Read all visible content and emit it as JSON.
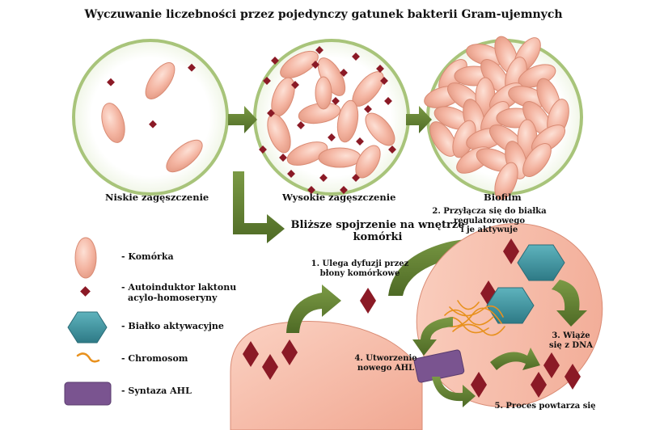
{
  "title": "Wyczuwanie liczebności przez pojedynczy gatunek bakterii Gram-ujemnych",
  "stages": [
    {
      "label": "Niskie zagęszczenie"
    },
    {
      "label": "Wysokie zagęszczenie"
    },
    {
      "label": "Biofilm"
    }
  ],
  "closer_look": {
    "line1": "Bliższe spojrzenie na wnętrze",
    "line2": "komórki"
  },
  "legend": [
    {
      "icon": "cell",
      "label": "- Komórka"
    },
    {
      "icon": "autoinducer",
      "label": "- Autoinduktor laktonu",
      "label2": "acylo-homoseryny"
    },
    {
      "icon": "activator-protein",
      "label": "- Białko aktywacyjne"
    },
    {
      "icon": "chromosome",
      "label": "- Chromosom"
    },
    {
      "icon": "ahl-synthase",
      "label": "- Syntaza AHL"
    }
  ],
  "steps": [
    {
      "line1": "1. Ulega dyfuzji przez",
      "line2": "błony komórkowe"
    },
    {
      "line1": "2. Przyłącza się do białka",
      "line2": "regulatorowego",
      "line3": "i je aktywuje"
    },
    {
      "line1": "3. Wiąże",
      "line2": "się z DNA"
    },
    {
      "line1": "4. Utworzenie",
      "line2": "nowego AHL"
    },
    {
      "line1": "5. Proces powtarza się"
    }
  ],
  "colors": {
    "cell_fill": "#f4b5a2",
    "cell_stroke": "#d98b74",
    "autoinducer": "#8b1a26",
    "activator_protein": "#3c8e9a",
    "chromosome": "#e8911e",
    "ahl_synthase": "#7a5490",
    "arrow": "#5a7a2e",
    "circle_border": "#a8c47a"
  }
}
